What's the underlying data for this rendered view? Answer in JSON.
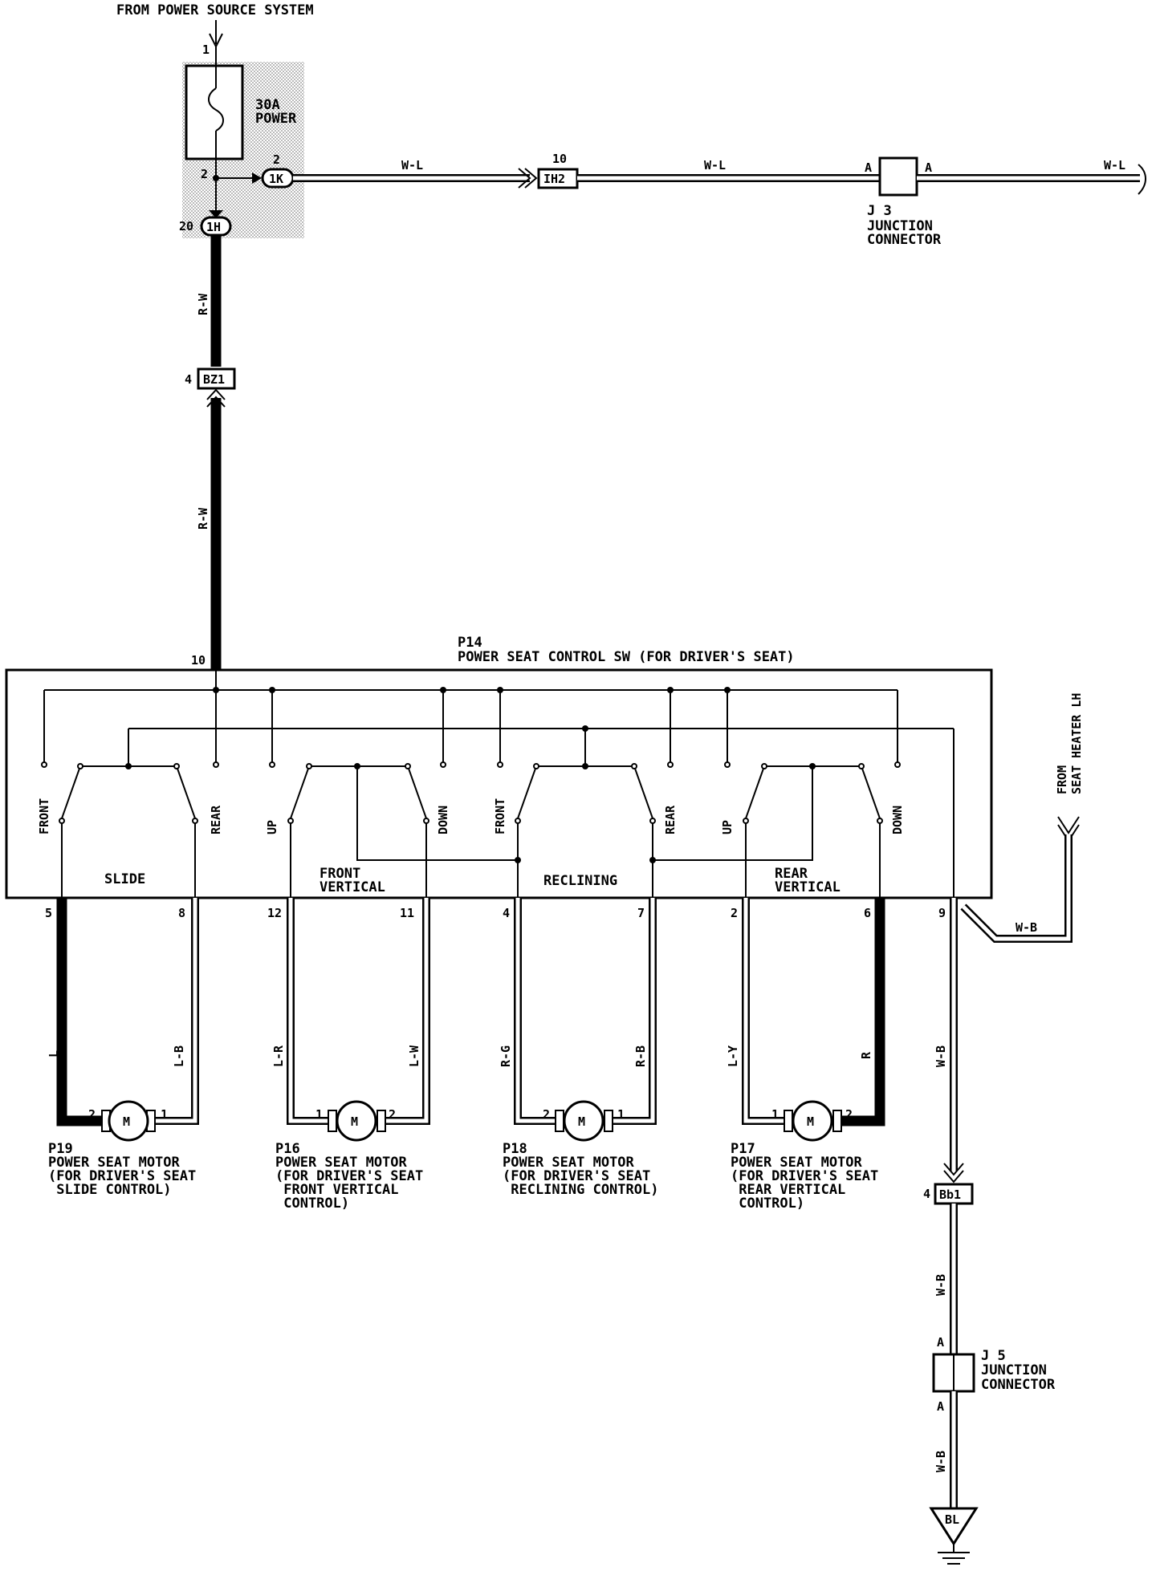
{
  "header": {
    "source": "FROM POWER SOURCE SYSTEM"
  },
  "fuse": {
    "pin_in": "1",
    "pin_out": "2",
    "rating": "30A",
    "name": "POWER"
  },
  "connectors": {
    "c1k": {
      "label": "1K",
      "pin": "2"
    },
    "c1h": {
      "label": "1H",
      "pin": "20"
    },
    "ih2": {
      "label": "IH2",
      "pin": "10"
    },
    "bz1": {
      "label": "BZ1",
      "pin": "4"
    },
    "bb1": {
      "label": "Bb1",
      "pin": "4"
    }
  },
  "junctions": {
    "j3": {
      "id": "J 3",
      "line1": "JUNCTION",
      "line2": "CONNECTOR",
      "pin": "A"
    },
    "j5": {
      "id": "J 5",
      "line1": "JUNCTION",
      "line2": "CONNECTOR",
      "pin": "A"
    }
  },
  "wires": {
    "wl": "W-L",
    "rw": "R-W",
    "wb": "W-B",
    "l": "L",
    "lb": "L-B",
    "lr": "L-R",
    "lw": "L-W",
    "rg": "R-G",
    "rb": "R-B",
    "ly": "L-Y",
    "r": "R"
  },
  "switch": {
    "id": "P14",
    "name": "POWER SEAT CONTROL SW (FOR DRIVER'S SEAT)",
    "power_pin": "10",
    "ground_pin": "9",
    "labels": {
      "front": "FRONT",
      "rear": "REAR",
      "up": "UP",
      "down": "DOWN"
    },
    "sections": {
      "slide": "SLIDE",
      "front_vertical_1": "FRONT",
      "front_vertical_2": "VERTICAL",
      "reclining": "RECLINING",
      "rear_vertical_1": "REAR",
      "rear_vertical_2": "VERTICAL"
    },
    "pins": {
      "p5": "5",
      "p8": "8",
      "p12": "12",
      "p11": "11",
      "p4": "4",
      "p7": "7",
      "p2": "2",
      "p6": "6"
    }
  },
  "seat_heater": {
    "line1": "FROM",
    "line2": "SEAT HEATER LH"
  },
  "motors": [
    {
      "id": "P19",
      "line1": "POWER SEAT MOTOR",
      "line2": "(FOR DRIVER'S SEAT",
      "line3": " SLIDE CONTROL)",
      "left_pin": "2",
      "right_pin": "1",
      "symbol": "M"
    },
    {
      "id": "P16",
      "line1": "POWER SEAT MOTOR",
      "line2": "(FOR DRIVER'S SEAT",
      "line3": " FRONT VERTICAL",
      "line4": " CONTROL)",
      "left_pin": "1",
      "right_pin": "2",
      "symbol": "M"
    },
    {
      "id": "P18",
      "line1": "POWER SEAT MOTOR",
      "line2": "(FOR DRIVER'S SEAT",
      "line3": " RECLINING CONTROL)",
      "left_pin": "2",
      "right_pin": "1",
      "symbol": "M"
    },
    {
      "id": "P17",
      "line1": "POWER SEAT MOTOR",
      "line2": "(FOR DRIVER'S SEAT",
      "line3": " REAR VERTICAL",
      "line4": " CONTROL)",
      "left_pin": "1",
      "right_pin": "2",
      "symbol": "M"
    }
  ],
  "ground": {
    "label": "BL"
  }
}
